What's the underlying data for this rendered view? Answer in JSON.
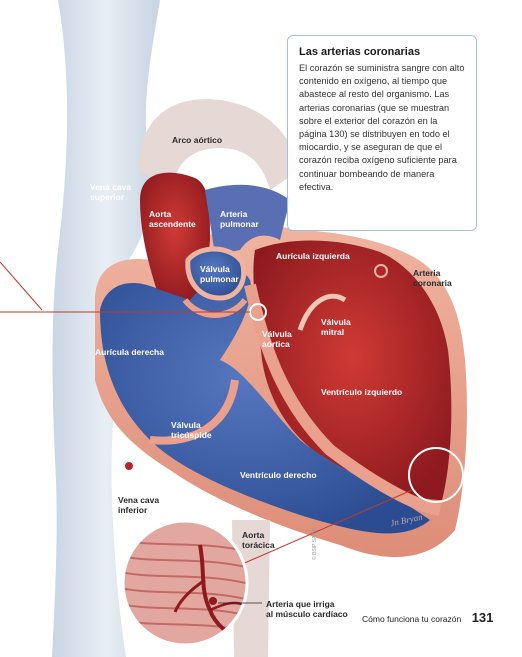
{
  "info_box": {
    "title": "Las arterias coronarias",
    "body": "El corazón se suministra sangre con alto contenido en oxígeno, al tiempo que abastece al resto del organismo. Las arterias coronarias (que se muestran sobre el exterior del corazón en la página 130) se distribuyen en todo el miocardio, y se aseguran de que el corazón reciba oxígeno suficiente para continuar bombeando de manera efectiva."
  },
  "labels": {
    "arco_aortico": "Arco aórtico",
    "vena_cava_superior": "Vena cava\nsuperior",
    "aorta_ascendente": "Aorta\nascendente",
    "arteria_pulmonar": "Arteria\npulmonar",
    "auricula_izquierda": "Aurícula izquierda",
    "arteria_coronaria": "Arteria\ncoronaria",
    "valvula_pulmonar": "Válvula\npulmonar",
    "valvula_mitral": "Válvula\nmitral",
    "valvula_aortica": "Válvula\naórtica",
    "auricula_derecha": "Aurícula derecha",
    "ventriculo_izquierdo": "Ventrículo izquierdo",
    "valvula_tricuspide": "Válvula\ntricúspide",
    "ventriculo_derecho": "Ventrículo derecho",
    "vena_cava_inferior": "Vena cava\ninferior",
    "aorta_toracica": "Aorta\ntorácica",
    "arteria_musculo": "Arteria que irriga\nal músculo cardíaco"
  },
  "footer": {
    "text": "Cómo funciona tu corazón",
    "page_number": "131"
  },
  "credit": "© BSIP SA/LE",
  "signature": "Jn Bryan",
  "colors": {
    "venous_blue": "#3a5fa8",
    "arterial_red": "#b2262a",
    "heart_wall": "#e9a08c",
    "vessel_pale": "#d9e3ee",
    "callout_line": "#c0392b",
    "info_border": "#9fc3dd"
  }
}
